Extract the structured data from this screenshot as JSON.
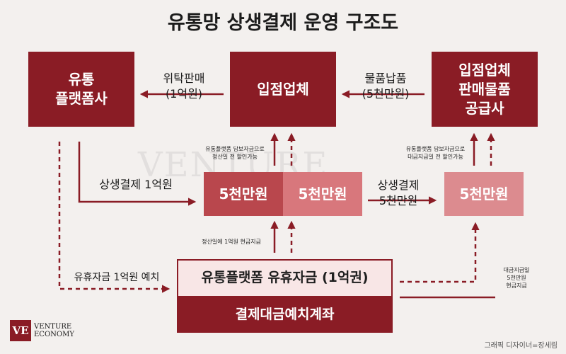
{
  "title": "유통망 상생결제 운영 구조도",
  "boxes": {
    "platform": [
      "유통",
      "플랫폼사"
    ],
    "vendor": "입점업체",
    "supplier": [
      "입점업체",
      "판매물품",
      "공급사"
    ],
    "amount_a": "5천만원",
    "amount_b": "5천만원",
    "amount_c": "5천만원",
    "reserve": "유통플랫폼 유휴자금 (1억권)",
    "escrow": "결제대금예치계좌"
  },
  "labels": {
    "consignment": [
      "위탁판매",
      "(1억원)"
    ],
    "delivery": [
      "물품납품",
      "(5천만원)"
    ],
    "payment_100m": "상생결제 1억원",
    "payment_50m": [
      "상생결제",
      "5천만원"
    ],
    "deposit": "유휴자금 1억원 예치",
    "discount_note_1": [
      "유통플랫폼 담보자금으로",
      "정산일 전 할인가능"
    ],
    "discount_note_2": [
      "유통플랫폼 담보자금으로",
      "대금지급일 전 할인가능"
    ],
    "settlement_cash": "정산일에 1억원 현금지급",
    "payment_day_cash": [
      "대금지급일",
      "5천만원",
      "현금지급"
    ]
  },
  "watermark": "VENTURE",
  "logo": {
    "mark": "VE",
    "lines": [
      "VENTURE",
      "ECONOMY"
    ]
  },
  "credit": "그래픽 디자이너=장세림",
  "colors": {
    "dark": "#8a1c25",
    "mid": "#b9474d",
    "light": "#d8777c",
    "pink": "#f8e6e6"
  }
}
